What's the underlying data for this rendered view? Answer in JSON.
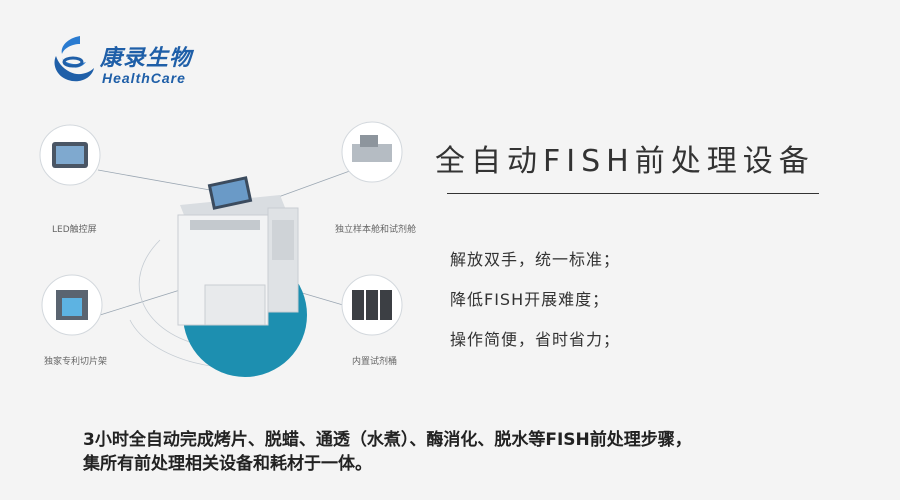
{
  "logo": {
    "cn": "康录生物",
    "en": "HealthCare"
  },
  "title": "全自动FISH前处理设备",
  "features": [
    "解放双手，统一标准；",
    "降低FISH开展难度；",
    "操作简便，省时省力；"
  ],
  "callouts": {
    "led": "LED触控屏",
    "chamber": "独立样本舱和试剂舱",
    "rack": "独家专利切片架",
    "reagent": "内置试剂桶"
  },
  "bottom": {
    "line1": "3小时全自动完成烤片、脱蜡、通透（水煮）、酶消化、脱水等FISH前处理步骤，",
    "line2": "集所有前处理相关设备和耗材于一体。"
  },
  "colors": {
    "brand": "#1f5fa8",
    "accent_teal": "#1d8fb0"
  }
}
